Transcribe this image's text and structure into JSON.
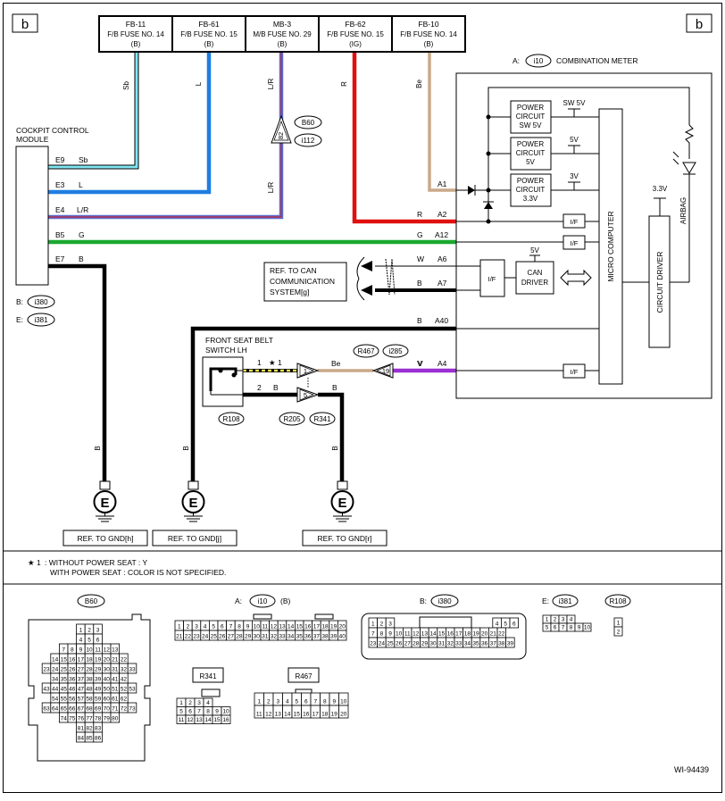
{
  "corner_label_left": "b",
  "corner_label_right": "b",
  "fuses": [
    {
      "id": "FB-11",
      "name": "F/B FUSE NO. 14",
      "tag": "(B)"
    },
    {
      "id": "FB-61",
      "name": "F/B FUSE NO. 15",
      "tag": "(B)"
    },
    {
      "id": "MB-3",
      "name": "M/B FUSE NO. 29",
      "tag": "(B)"
    },
    {
      "id": "FB-62",
      "name": "F/B FUSE NO. 15",
      "tag": "(IG)"
    },
    {
      "id": "FB-10",
      "name": "F/B FUSE NO. 14",
      "tag": "(B)"
    }
  ],
  "wire_colors": {
    "sb": "#7fe6f0",
    "l": "#1f7de0",
    "lr": "#5a6fd0",
    "r": "#e01010",
    "be": "#c9a98a",
    "g": "#1aa830",
    "b": "#000000",
    "v": "#9b30d0",
    "y": "#f4e64a"
  },
  "vertical_wire_labels": [
    "Sb",
    "L",
    "L/R",
    "R",
    "Be",
    "L/R"
  ],
  "inline_connector": {
    "pin": "82",
    "c1": "B60",
    "c2": "i112"
  },
  "ccm": {
    "title_line1": "COCKPIT CONTROL",
    "title_line2": "MODULE",
    "pins": [
      {
        "pin": "E9",
        "color": "Sb"
      },
      {
        "pin": "E3",
        "color": "L"
      },
      {
        "pin": "E4",
        "color": "L/R"
      },
      {
        "pin": "B5",
        "color": "G"
      },
      {
        "pin": "E7",
        "color": "B"
      }
    ],
    "conn_b_prefix": "B:",
    "conn_b": "i380",
    "conn_e_prefix": "E:",
    "conn_e": "i381"
  },
  "meter": {
    "prefix": "A:",
    "connector": "i10",
    "title": "COMBINATION METER",
    "power_circuits": [
      {
        "l1": "POWER",
        "l2": "CIRCUIT",
        "l3": "SW 5V",
        "out": "SW 5V"
      },
      {
        "l1": "POWER",
        "l2": "CIRCUIT",
        "l3": "5V",
        "out": "5V"
      },
      {
        "l1": "POWER",
        "l2": "CIRCUIT",
        "l3": "3.3V",
        "out": "3V"
      }
    ],
    "micro_computer": "MICRO COMPUTER",
    "circuit_driver": "CIRCUIT DRIVER",
    "driver_voltage": "3.3V",
    "airbag": "AIRBAG",
    "can_driver_l1": "CAN",
    "can_driver_l2": "DRIVER",
    "can_voltage": "5V",
    "if_label": "I/F",
    "pins": [
      {
        "pin": "A1",
        "color": ""
      },
      {
        "pin": "A2",
        "color": "R"
      },
      {
        "pin": "A12",
        "color": "G"
      },
      {
        "pin": "A6",
        "color": "W"
      },
      {
        "pin": "A7",
        "color": "B"
      },
      {
        "pin": "A40",
        "color": "B"
      },
      {
        "pin": "A4",
        "color": "V"
      }
    ]
  },
  "can_ref": {
    "l1": "REF. TO CAN",
    "l2": "COMMUNICATION",
    "l3": "SYSTEM[g]"
  },
  "seat_switch": {
    "l1": "FRONT SEAT BELT",
    "l2": "SWITCH LH",
    "connector": "R108",
    "wire1_pin": "1",
    "wire1_note": "★ 1",
    "wire2_pin": "2",
    "wire2_color": "B",
    "be_label": "Be",
    "v_label": "V",
    "b_label": "B",
    "conn_r467": "R467",
    "conn_i285": "i285",
    "conn_r205": "R205",
    "conn_r341": "R341",
    "pin_1": "1",
    "pin_5": "5",
    "pin_19": "19"
  },
  "ground_labels": [
    "B",
    "B",
    "B"
  ],
  "ground_symbol": "E",
  "gnd_refs": [
    "REF. TO GND[h]",
    "REF. TO GND[j]",
    "REF. TO GND[r]"
  ],
  "notes": {
    "star": "★ 1",
    "line1": ": WITHOUT POWER SEAT : Y",
    "line2": "WITH POWER SEAT : COLOR IS NOT SPECIFIED."
  },
  "connectors": {
    "b60": {
      "label": "B60",
      "rows": [
        [
          "1",
          "2",
          "3"
        ],
        [
          "4",
          "5",
          "6"
        ],
        [
          "7",
          "8",
          "9",
          "10",
          "11",
          "12",
          "13"
        ],
        [
          "14",
          "15",
          "16",
          "17",
          "18",
          "19",
          "20",
          "21",
          "22"
        ],
        [
          "23",
          "24",
          "25",
          "26",
          "27",
          "28",
          "29",
          "30",
          "31",
          "32",
          "33"
        ],
        [
          "34",
          "35",
          "36",
          "37",
          "38",
          "39",
          "40",
          "41",
          "42"
        ],
        [
          "43",
          "44",
          "45",
          "46",
          "47",
          "48",
          "49",
          "50",
          "51",
          "52",
          "53"
        ],
        [
          "54",
          "55",
          "56",
          "57",
          "58",
          "59",
          "60",
          "61",
          "62"
        ],
        [
          "63",
          "64",
          "65",
          "66",
          "67",
          "68",
          "69",
          "70",
          "71",
          "72",
          "73"
        ],
        [
          "74",
          "75",
          "76",
          "77",
          "78",
          "79",
          "80"
        ],
        [
          "81",
          "82",
          "83"
        ],
        [
          "84",
          "85",
          "86"
        ]
      ]
    },
    "i10": {
      "prefix": "A:",
      "label": "i10",
      "suffix": "(B)",
      "rows": [
        [
          "1",
          "2",
          "3",
          "4",
          "5",
          "6",
          "7",
          "8",
          "9",
          "10",
          "11",
          "12",
          "13",
          "14",
          "15",
          "16",
          "17",
          "18",
          "19",
          "20"
        ],
        [
          "21",
          "22",
          "23",
          "24",
          "25",
          "26",
          "27",
          "28",
          "29",
          "30",
          "31",
          "32",
          "33",
          "34",
          "35",
          "36",
          "37",
          "38",
          "39",
          "40"
        ]
      ]
    },
    "i380": {
      "prefix": "B:",
      "label": "i380",
      "rows": [
        [
          "1",
          "2",
          "3",
          "4",
          "5",
          "6"
        ],
        [
          "7",
          "8",
          "9",
          "10",
          "11",
          "12",
          "13",
          "14",
          "15",
          "16",
          "17",
          "18",
          "19",
          "20",
          "21",
          "22"
        ],
        [
          "23",
          "24",
          "25",
          "26",
          "27",
          "28",
          "29",
          "30",
          "31",
          "32",
          "33",
          "34",
          "35",
          "36",
          "37",
          "38",
          "39"
        ]
      ]
    },
    "i381": {
      "prefix": "E:",
      "label": "i381",
      "rows": [
        [
          "1",
          "2",
          "3",
          "4"
        ],
        [
          "5",
          "6",
          "7",
          "8",
          "9",
          "10"
        ]
      ]
    },
    "r108": {
      "label": "R108",
      "rows": [
        [
          "1"
        ],
        [
          "2"
        ]
      ]
    },
    "r341": {
      "label": "R341",
      "rows": [
        [
          "1",
          "2",
          "3",
          "4"
        ],
        [
          "5",
          "6",
          "7",
          "8",
          "9",
          "10"
        ],
        [
          "11",
          "12",
          "13",
          "14",
          "15",
          "16"
        ]
      ]
    },
    "r467": {
      "label": "R467",
      "rows": [
        [
          "1",
          "2",
          "3",
          "4",
          "5",
          "6",
          "7",
          "8",
          "9",
          "10"
        ],
        [
          "11",
          "12",
          "13",
          "14",
          "15",
          "16",
          "17",
          "18",
          "19",
          "20"
        ]
      ]
    }
  },
  "figure_id": "WI-94439"
}
